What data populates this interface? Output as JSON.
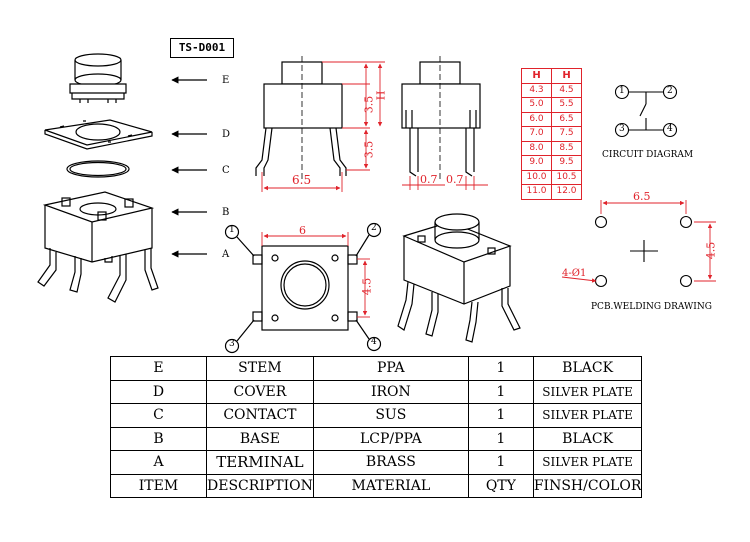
{
  "model": "TS-D001",
  "part_labels": [
    "E",
    "D",
    "C",
    "B",
    "A"
  ],
  "height_table": {
    "headers": [
      "H",
      "H"
    ],
    "rows": [
      [
        "4.3",
        "4.5"
      ],
      [
        "5.0",
        "5.5"
      ],
      [
        "6.0",
        "6.5"
      ],
      [
        "7.0",
        "7.5"
      ],
      [
        "8.0",
        "8.5"
      ],
      [
        "9.0",
        "9.5"
      ],
      [
        "10.0",
        "10.5"
      ],
      [
        "11.0",
        "12.0"
      ]
    ],
    "accent_color": "#e0232b"
  },
  "circuit": {
    "caption": "CIRCUIT DIAGRAM",
    "pins": [
      "1",
      "2",
      "3",
      "4"
    ]
  },
  "side_view": {
    "dim_width": "6.5",
    "dim_upper": "3.5",
    "dim_lower": "3.5",
    "dim_h": "H"
  },
  "front_view": {
    "dim_a": "0.7",
    "dim_b": "0.7"
  },
  "top_view": {
    "dim_width": "6",
    "dim_height": "4.5",
    "pins": [
      "1",
      "2",
      "3",
      "4"
    ]
  },
  "pcb": {
    "caption": "PCB.WELDING DRAWING",
    "dim_width": "6.5",
    "dim_height": "4.5",
    "hole_label": "4-Ø1"
  },
  "bom": {
    "rows": [
      [
        "E",
        "STEM",
        "PPA",
        "1",
        "BLACK"
      ],
      [
        "D",
        "COVER",
        "IRON",
        "1",
        "SILVER PLATE"
      ],
      [
        "C",
        "CONTACT",
        "SUS",
        "1",
        "SILVER PLATE"
      ],
      [
        "B",
        "BASE",
        "LCP/PPA",
        "1",
        "BLACK"
      ],
      [
        "A",
        "TERMINAL",
        "BRASS",
        "1",
        "SILVER PLATE"
      ]
    ],
    "header": [
      "ITEM",
      "DESCRIPTION",
      "MATERIAL",
      "QTY",
      "FINSH/COLOR"
    ]
  }
}
